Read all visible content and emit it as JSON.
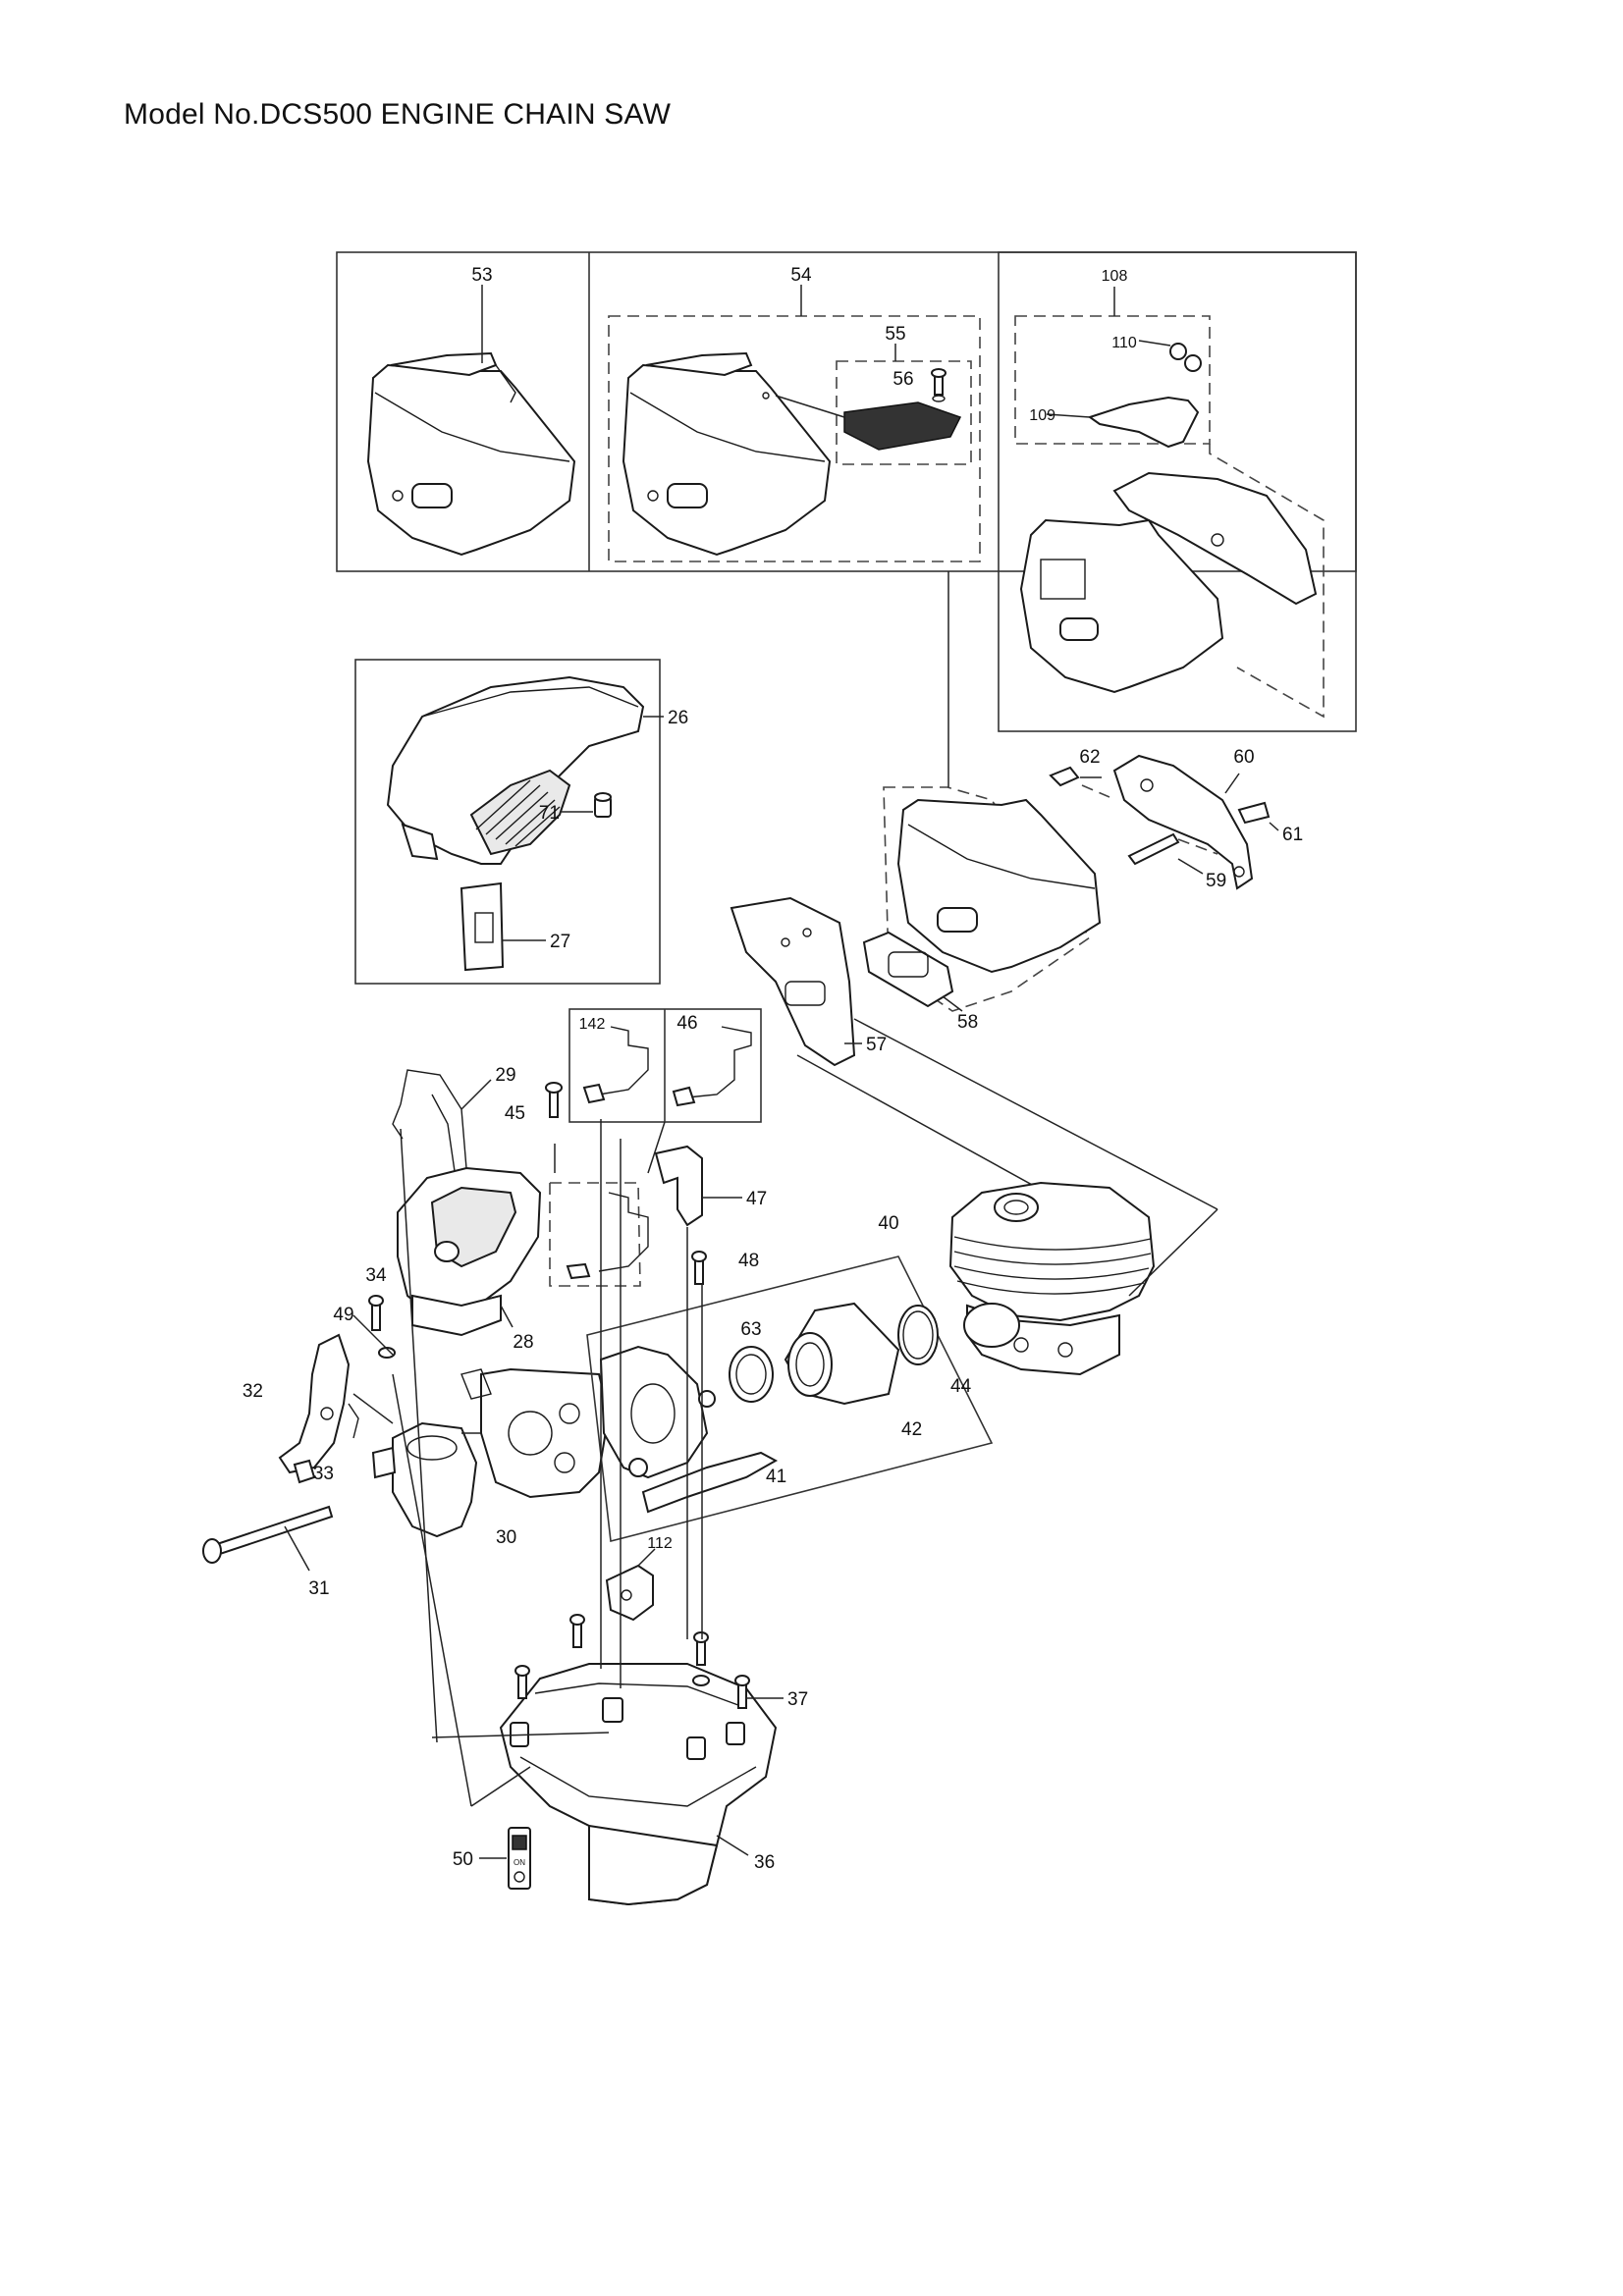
{
  "title": "Model No.DCS500 ENGINE CHAIN SAW",
  "callouts": [
    {
      "id": "53",
      "label": "53"
    },
    {
      "id": "54",
      "label": "54"
    },
    {
      "id": "55",
      "label": "55"
    },
    {
      "id": "56",
      "label": "56"
    },
    {
      "id": "108",
      "label": "108"
    },
    {
      "id": "110",
      "label": "110"
    },
    {
      "id": "109",
      "label": "109"
    },
    {
      "id": "26",
      "label": "26"
    },
    {
      "id": "71",
      "label": "71"
    },
    {
      "id": "27",
      "label": "27"
    },
    {
      "id": "62",
      "label": "62"
    },
    {
      "id": "60",
      "label": "60"
    },
    {
      "id": "61",
      "label": "61"
    },
    {
      "id": "59",
      "label": "59"
    },
    {
      "id": "58",
      "label": "58"
    },
    {
      "id": "57",
      "label": "57"
    },
    {
      "id": "142",
      "label": "142"
    },
    {
      "id": "46",
      "label": "46"
    },
    {
      "id": "29",
      "label": "29"
    },
    {
      "id": "45",
      "label": "45"
    },
    {
      "id": "47",
      "label": "47"
    },
    {
      "id": "40",
      "label": "40"
    },
    {
      "id": "48",
      "label": "48"
    },
    {
      "id": "34",
      "label": "34"
    },
    {
      "id": "28",
      "label": "28"
    },
    {
      "id": "49",
      "label": "49"
    },
    {
      "id": "63",
      "label": "63"
    },
    {
      "id": "44",
      "label": "44"
    },
    {
      "id": "32",
      "label": "32"
    },
    {
      "id": "42",
      "label": "42"
    },
    {
      "id": "41",
      "label": "41"
    },
    {
      "id": "33",
      "label": "33"
    },
    {
      "id": "30",
      "label": "30"
    },
    {
      "id": "31",
      "label": "31"
    },
    {
      "id": "112",
      "label": "112"
    },
    {
      "id": "37",
      "label": "37"
    },
    {
      "id": "36",
      "label": "36"
    },
    {
      "id": "50",
      "label": "50"
    }
  ],
  "switch_label": "ON"
}
